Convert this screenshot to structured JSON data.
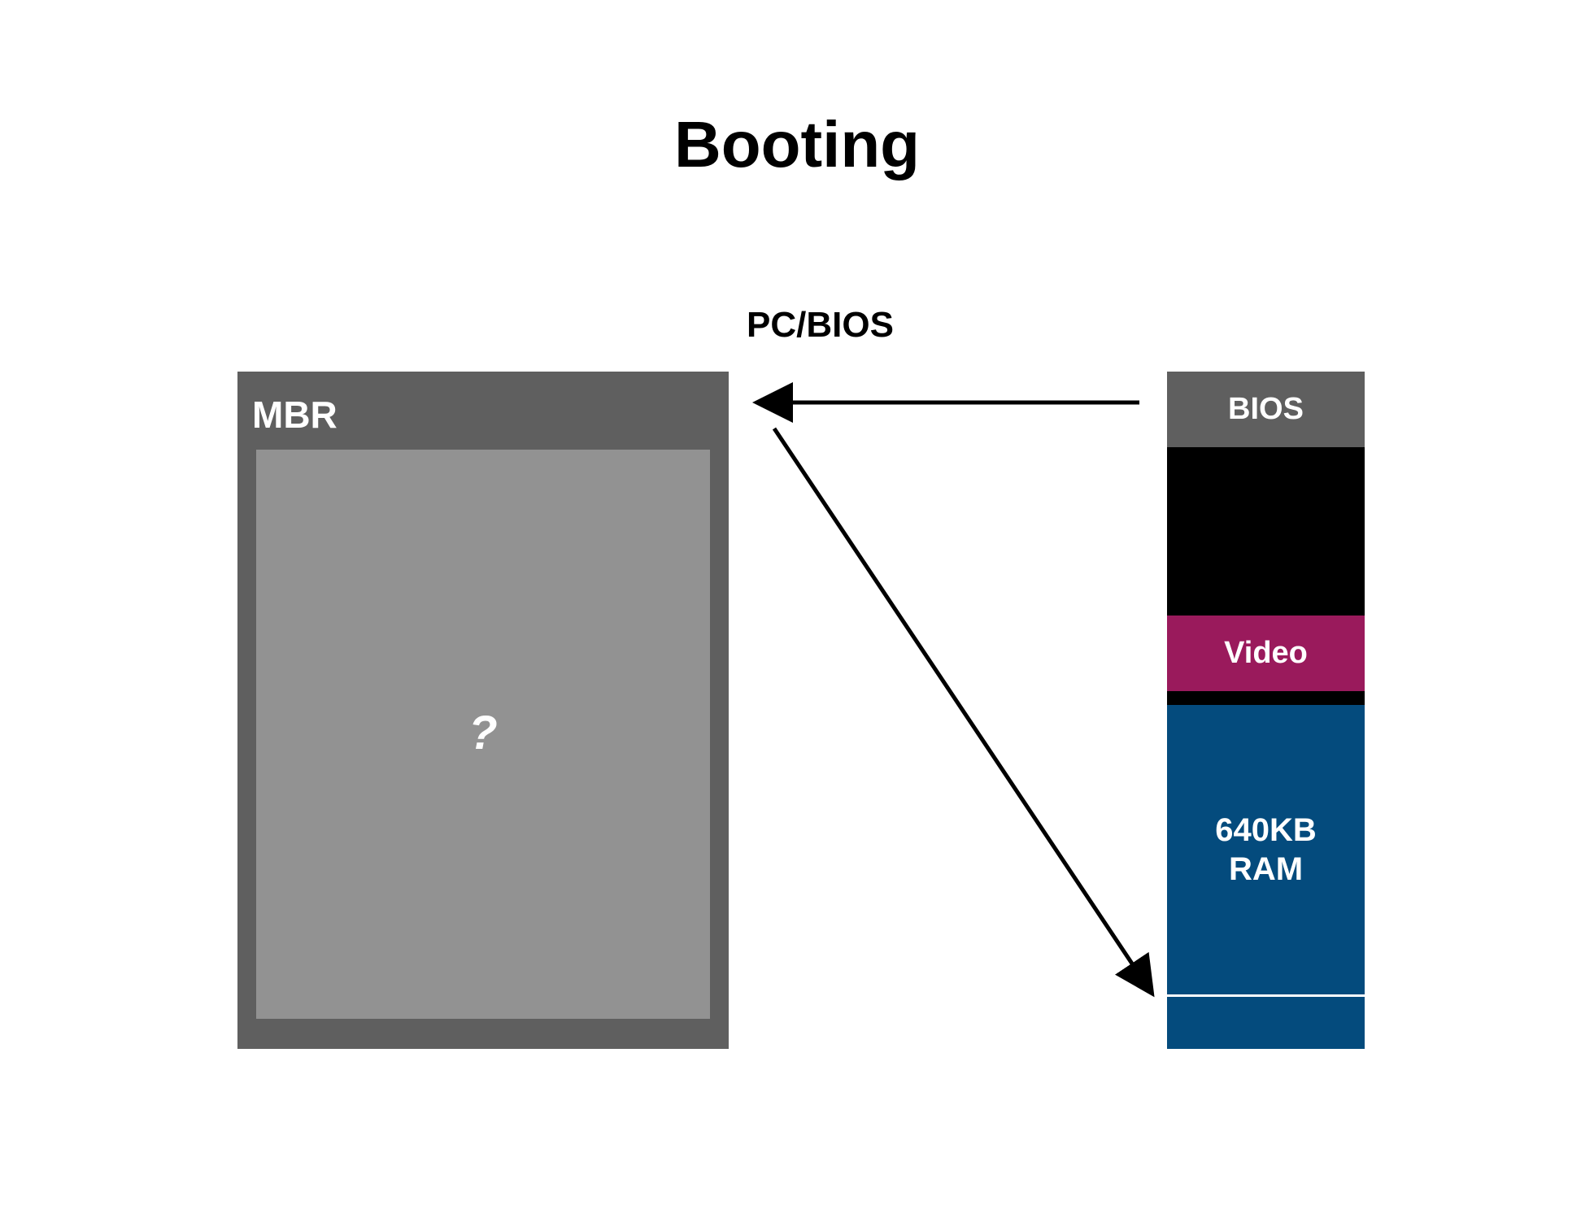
{
  "title": "Booting",
  "subtitle": "PC/BIOS",
  "mbr": {
    "label": "MBR",
    "content": "?"
  },
  "memory_map": {
    "segments": [
      {
        "label": "BIOS",
        "color": "#5f5f5f"
      },
      {
        "label": "Video",
        "color": "#9a1a5c"
      },
      {
        "label": "640KB\nRAM",
        "color": "#044b7d"
      }
    ],
    "free_color": "#000000"
  },
  "colors": {
    "mbr_outer": "#5f5f5f",
    "mbr_inner": "#929292",
    "arrow": "#000000"
  }
}
